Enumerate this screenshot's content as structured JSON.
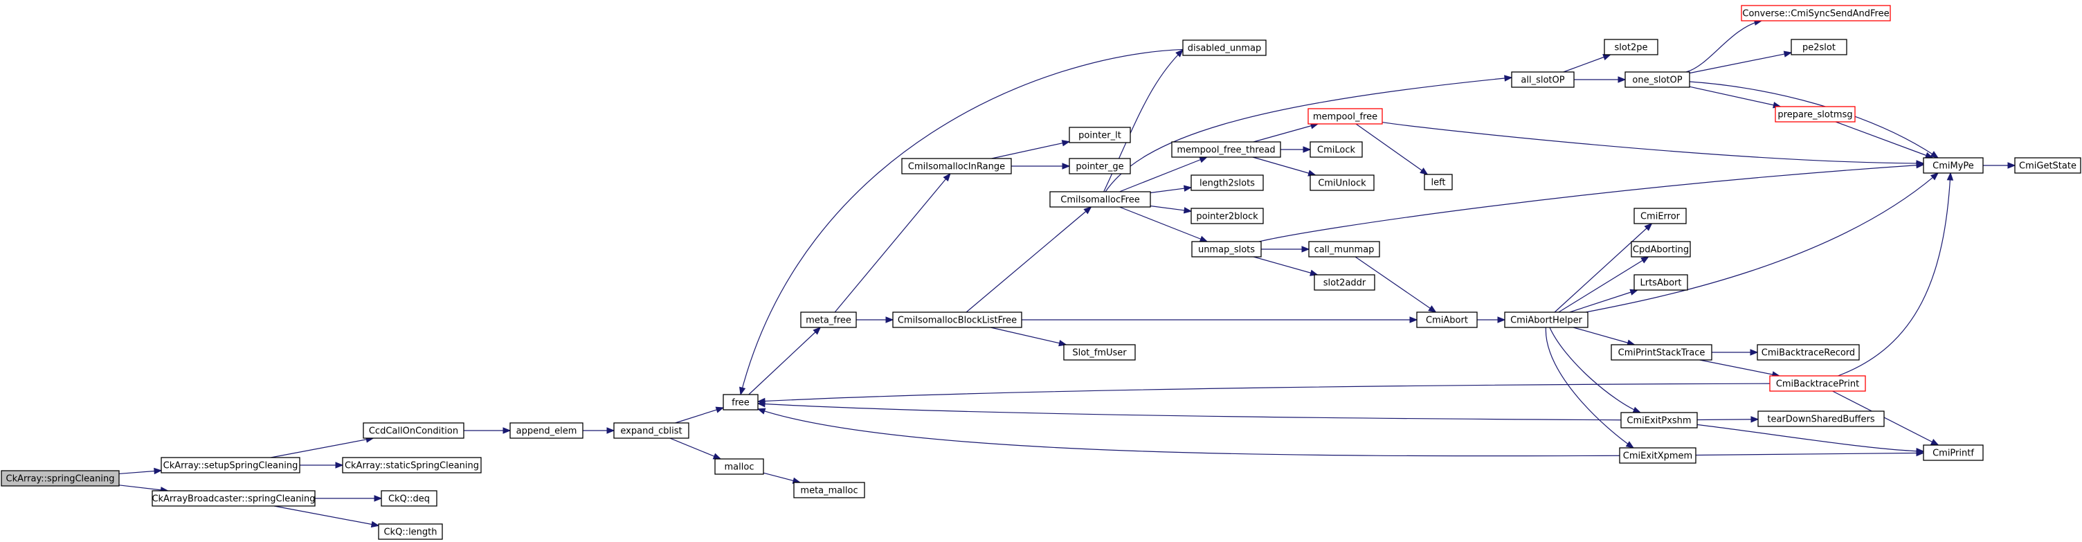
{
  "graph": {
    "type": "call-graph",
    "root": "CkArray::springCleaning",
    "nodes": [
      {
        "id": "root",
        "label": "CkArray::springCleaning",
        "style": "root"
      },
      {
        "id": "setupSpring",
        "label": "CkArray::setupSpringCleaning",
        "style": "normal"
      },
      {
        "id": "bcastSpring",
        "label": "CkArrayBroadcaster::springCleaning",
        "style": "normal"
      },
      {
        "id": "ccdCall",
        "label": "CcdCallOnCondition",
        "style": "normal"
      },
      {
        "id": "staticSpring",
        "label": "CkArray::staticSpringCleaning",
        "style": "normal"
      },
      {
        "id": "ckqDeq",
        "label": "CkQ::deq",
        "style": "normal"
      },
      {
        "id": "ckqLength",
        "label": "CkQ::length",
        "style": "normal"
      },
      {
        "id": "appendElem",
        "label": "append_elem",
        "style": "normal"
      },
      {
        "id": "expandCblist",
        "label": "expand_cblist",
        "style": "normal"
      },
      {
        "id": "free",
        "label": "free",
        "style": "normal"
      },
      {
        "id": "malloc",
        "label": "malloc",
        "style": "normal"
      },
      {
        "id": "metaMalloc",
        "label": "meta_malloc",
        "style": "normal"
      },
      {
        "id": "metaFree",
        "label": "meta_free",
        "style": "normal"
      },
      {
        "id": "disabledUnmap",
        "label": "disabled_unmap",
        "style": "normal"
      },
      {
        "id": "isoInRange",
        "label": "CmiIsomallocInRange",
        "style": "normal"
      },
      {
        "id": "isoBlockListFree",
        "label": "CmiIsomallocBlockListFree",
        "style": "normal"
      },
      {
        "id": "pointerLt",
        "label": "pointer_lt",
        "style": "normal"
      },
      {
        "id": "pointerGe",
        "label": "pointer_ge",
        "style": "normal"
      },
      {
        "id": "slotFmUser",
        "label": "Slot_fmUser",
        "style": "normal"
      },
      {
        "id": "isoFree",
        "label": "CmiIsomallocFree",
        "style": "normal"
      },
      {
        "id": "mempoolFreeThread",
        "label": "mempool_free_thread",
        "style": "normal"
      },
      {
        "id": "length2slots",
        "label": "length2slots",
        "style": "normal"
      },
      {
        "id": "pointer2block",
        "label": "pointer2block",
        "style": "normal"
      },
      {
        "id": "unmapSlots",
        "label": "unmap_slots",
        "style": "normal"
      },
      {
        "id": "mempoolFree",
        "label": "mempool_free",
        "style": "ext"
      },
      {
        "id": "cmiLock",
        "label": "CmiLock",
        "style": "normal"
      },
      {
        "id": "cmiUnlock",
        "label": "CmiUnlock",
        "style": "normal"
      },
      {
        "id": "left",
        "label": "left",
        "style": "normal"
      },
      {
        "id": "callMunmap",
        "label": "call_munmap",
        "style": "normal"
      },
      {
        "id": "slot2addr",
        "label": "slot2addr",
        "style": "normal"
      },
      {
        "id": "allSlotOP",
        "label": "all_slotOP",
        "style": "normal"
      },
      {
        "id": "slot2pe",
        "label": "slot2pe",
        "style": "normal"
      },
      {
        "id": "oneSlotOP",
        "label": "one_slotOP",
        "style": "normal"
      },
      {
        "id": "cmiSyncSendAndFree",
        "label": "Converse::CmiSyncSendAndFree",
        "style": "ext"
      },
      {
        "id": "pe2slot",
        "label": "pe2slot",
        "style": "normal"
      },
      {
        "id": "prepareSlotmsg",
        "label": "prepare_slotmsg",
        "style": "ext"
      },
      {
        "id": "cmiMyPe",
        "label": "CmiMyPe",
        "style": "normal"
      },
      {
        "id": "cmiGetState",
        "label": "CmiGetState",
        "style": "normal"
      },
      {
        "id": "cmiAbort",
        "label": "CmiAbort",
        "style": "normal"
      },
      {
        "id": "cmiAbortHelper",
        "label": "CmiAbortHelper",
        "style": "normal"
      },
      {
        "id": "cmiError",
        "label": "CmiError",
        "style": "normal"
      },
      {
        "id": "cpdAborting",
        "label": "CpdAborting",
        "style": "normal"
      },
      {
        "id": "lrtsAbort",
        "label": "LrtsAbort",
        "style": "normal"
      },
      {
        "id": "cmiPrintStackTrace",
        "label": "CmiPrintStackTrace",
        "style": "normal"
      },
      {
        "id": "cmiBacktraceRecord",
        "label": "CmiBacktraceRecord",
        "style": "normal"
      },
      {
        "id": "cmiBacktracePrint",
        "label": "CmiBacktracePrint",
        "style": "ext"
      },
      {
        "id": "cmiExitPxshm",
        "label": "CmiExitPxshm",
        "style": "normal"
      },
      {
        "id": "tearDownSharedBuffers",
        "label": "tearDownSharedBuffers",
        "style": "normal"
      },
      {
        "id": "cmiExitXpmem",
        "label": "CmiExitXpmem",
        "style": "normal"
      },
      {
        "id": "cmiPrintf",
        "label": "CmiPrintf",
        "style": "normal"
      }
    ],
    "edges": [
      [
        "root",
        "setupSpring"
      ],
      [
        "root",
        "bcastSpring"
      ],
      [
        "setupSpring",
        "ccdCall"
      ],
      [
        "setupSpring",
        "staticSpring"
      ],
      [
        "bcastSpring",
        "ckqDeq"
      ],
      [
        "bcastSpring",
        "ckqLength"
      ],
      [
        "ccdCall",
        "appendElem"
      ],
      [
        "appendElem",
        "expandCblist"
      ],
      [
        "expandCblist",
        "free"
      ],
      [
        "expandCblist",
        "malloc"
      ],
      [
        "malloc",
        "metaMalloc"
      ],
      [
        "free",
        "metaFree"
      ],
      [
        "metaFree",
        "isoInRange"
      ],
      [
        "metaFree",
        "isoBlockListFree"
      ],
      [
        "isoInRange",
        "pointerLt"
      ],
      [
        "isoInRange",
        "pointerGe"
      ],
      [
        "isoBlockListFree",
        "isoFree"
      ],
      [
        "isoBlockListFree",
        "slotFmUser"
      ],
      [
        "isoBlockListFree",
        "cmiAbort"
      ],
      [
        "isoFree",
        "disabledUnmap"
      ],
      [
        "isoFree",
        "mempoolFreeThread"
      ],
      [
        "isoFree",
        "length2slots"
      ],
      [
        "isoFree",
        "pointer2block"
      ],
      [
        "isoFree",
        "unmapSlots"
      ],
      [
        "isoFree",
        "allSlotOP"
      ],
      [
        "mempoolFreeThread",
        "mempoolFree"
      ],
      [
        "mempoolFreeThread",
        "cmiLock"
      ],
      [
        "mempoolFreeThread",
        "cmiUnlock"
      ],
      [
        "mempoolFree",
        "left"
      ],
      [
        "mempoolFree",
        "cmiMyPe"
      ],
      [
        "unmapSlots",
        "callMunmap"
      ],
      [
        "unmapSlots",
        "slot2addr"
      ],
      [
        "unmapSlots",
        "cmiMyPe"
      ],
      [
        "callMunmap",
        "cmiAbort"
      ],
      [
        "allSlotOP",
        "slot2pe"
      ],
      [
        "allSlotOP",
        "oneSlotOP"
      ],
      [
        "oneSlotOP",
        "cmiSyncSendAndFree"
      ],
      [
        "oneSlotOP",
        "pe2slot"
      ],
      [
        "oneSlotOP",
        "prepareSlotmsg"
      ],
      [
        "oneSlotOP",
        "cmiMyPe"
      ],
      [
        "prepareSlotmsg",
        "cmiMyPe"
      ],
      [
        "cmiMyPe",
        "cmiGetState"
      ],
      [
        "disabledUnmap",
        "free"
      ],
      [
        "cmiAbort",
        "cmiAbortHelper"
      ],
      [
        "cmiAbortHelper",
        "cmiError"
      ],
      [
        "cmiAbortHelper",
        "cpdAborting"
      ],
      [
        "cmiAbortHelper",
        "lrtsAbort"
      ],
      [
        "cmiAbortHelper",
        "cmiPrintStackTrace"
      ],
      [
        "cmiAbortHelper",
        "cmiMyPe"
      ],
      [
        "cmiAbortHelper",
        "cmiExitPxshm"
      ],
      [
        "cmiAbortHelper",
        "cmiExitXpmem"
      ],
      [
        "cmiPrintStackTrace",
        "cmiBacktraceRecord"
      ],
      [
        "cmiPrintStackTrace",
        "cmiBacktracePrint"
      ],
      [
        "cmiBacktracePrint",
        "cmiMyPe"
      ],
      [
        "cmiBacktracePrint",
        "cmiPrintf"
      ],
      [
        "cmiBacktracePrint",
        "free"
      ],
      [
        "cmiExitPxshm",
        "tearDownSharedBuffers"
      ],
      [
        "cmiExitPxshm",
        "cmiPrintf"
      ],
      [
        "cmiExitPxshm",
        "free"
      ],
      [
        "cmiExitXpmem",
        "cmiPrintf"
      ],
      [
        "cmiExitXpmem",
        "free"
      ]
    ],
    "colors": {
      "edge": "#191970",
      "border": "#000000",
      "external_border": "#ff0000",
      "root_fill": "#bfbfbf",
      "node_fill": "#ffffff"
    }
  }
}
